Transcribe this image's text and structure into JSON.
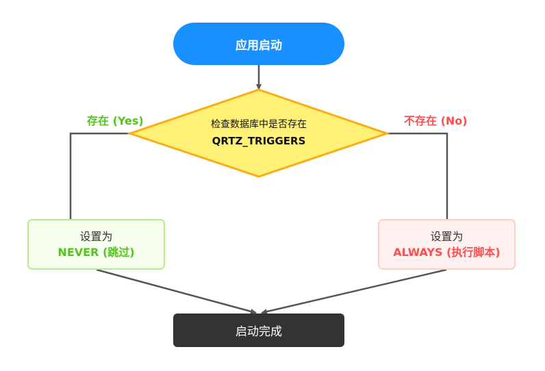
{
  "diagram": {
    "type": "flowchart",
    "colors": {
      "start_fill": "#1890ff",
      "decision_fill": "#fff176",
      "decision_stroke": "#faad14",
      "yes_color": "#52c41a",
      "no_color": "#ff4d4f",
      "never_fill": "#f6ffed",
      "never_border": "#b7eb8f",
      "always_fill": "#fff1f0",
      "always_border": "#ffccc7",
      "end_fill": "#333333",
      "edge_color": "#555555"
    },
    "nodes": {
      "start": {
        "label": "应用启动"
      },
      "decision": {
        "line1": "检查数据库中是否存在",
        "line2": "QRTZ_TRIGGERS"
      },
      "never": {
        "line1": "设置为",
        "line2": "NEVER (跳过)"
      },
      "always": {
        "line1": "设置为",
        "line2": "ALWAYS (执行脚本)"
      },
      "end": {
        "label": "启动完成"
      }
    },
    "edges": {
      "yes_label": "存在 (Yes)",
      "no_label": "不存在 (No)"
    }
  }
}
